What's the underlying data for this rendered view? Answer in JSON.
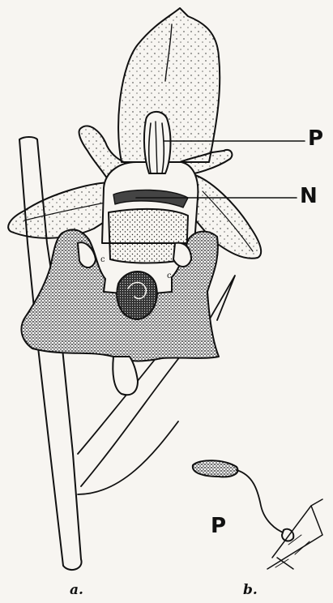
{
  "figure": {
    "callouts": {
      "p": "P",
      "n": "N",
      "pollinium": "P"
    },
    "panel_labels": {
      "a": "a.",
      "b": "b."
    },
    "small_letters": [
      "c",
      "c"
    ],
    "colors": {
      "ink": "#111111",
      "paper": "#f7f5f1"
    }
  }
}
